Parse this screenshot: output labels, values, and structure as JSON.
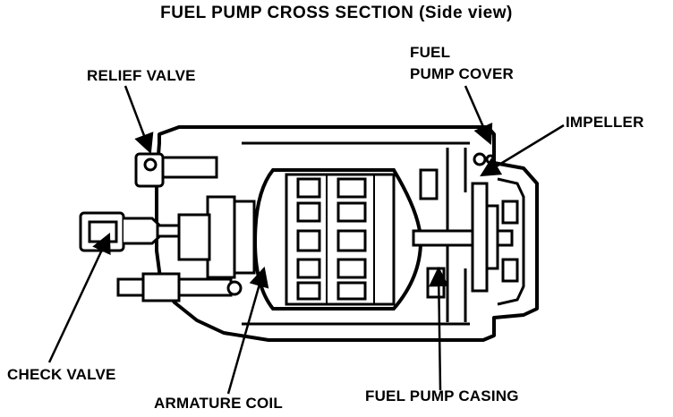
{
  "title": "FUEL PUMP CROSS SECTION (Side view)",
  "labels": {
    "relief_valve": "RELIEF VALVE",
    "fuel_pump_cover_line1": "FUEL",
    "fuel_pump_cover_line2": "PUMP COVER",
    "impeller": "IMPELLER",
    "check_valve": "CHECK VALVE",
    "armature_coil": "ARMATURE COIL",
    "fuel_pump_casing": "FUEL PUMP CASING"
  },
  "colors": {
    "ink": "#000000",
    "paper": "#ffffff"
  }
}
